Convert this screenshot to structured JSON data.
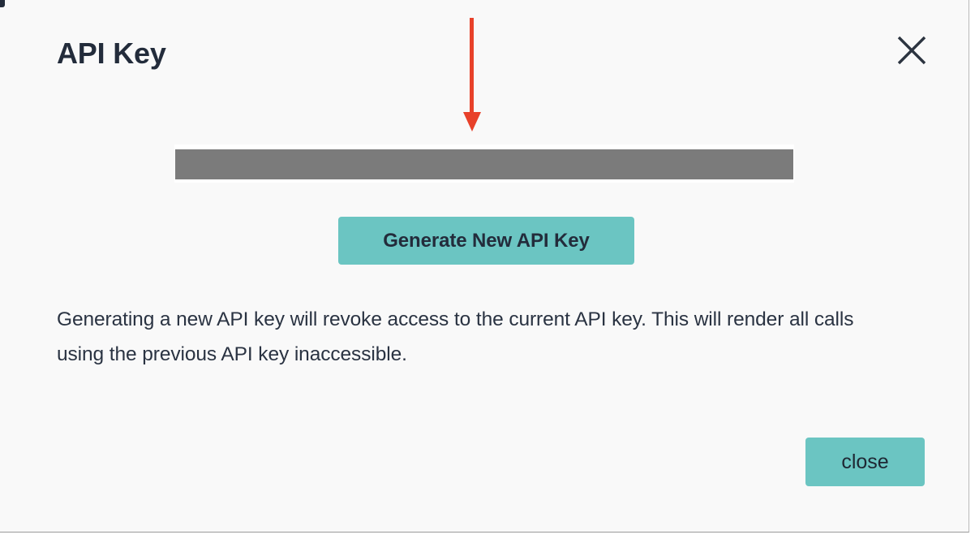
{
  "dialog": {
    "title": "API Key",
    "close_icon": "close-x-icon",
    "background_color": "#f9f9f9"
  },
  "api_key_field": {
    "label": "api-key-value",
    "value": "",
    "placeholder": "",
    "redacted": true,
    "redaction_color": "#7b7b7b"
  },
  "actions": {
    "generate_label": "Generate New API Key",
    "close_label": "close",
    "accent_color": "#6bc5c2",
    "text_color": "#232c3b"
  },
  "warning": {
    "text": "Generating a new API key will revoke access to the current API key. This will render all calls using the previous API key inaccessible."
  },
  "annotation": {
    "type": "arrow-down-icon",
    "color": "#e8412a",
    "points_to": "api-key-field"
  }
}
